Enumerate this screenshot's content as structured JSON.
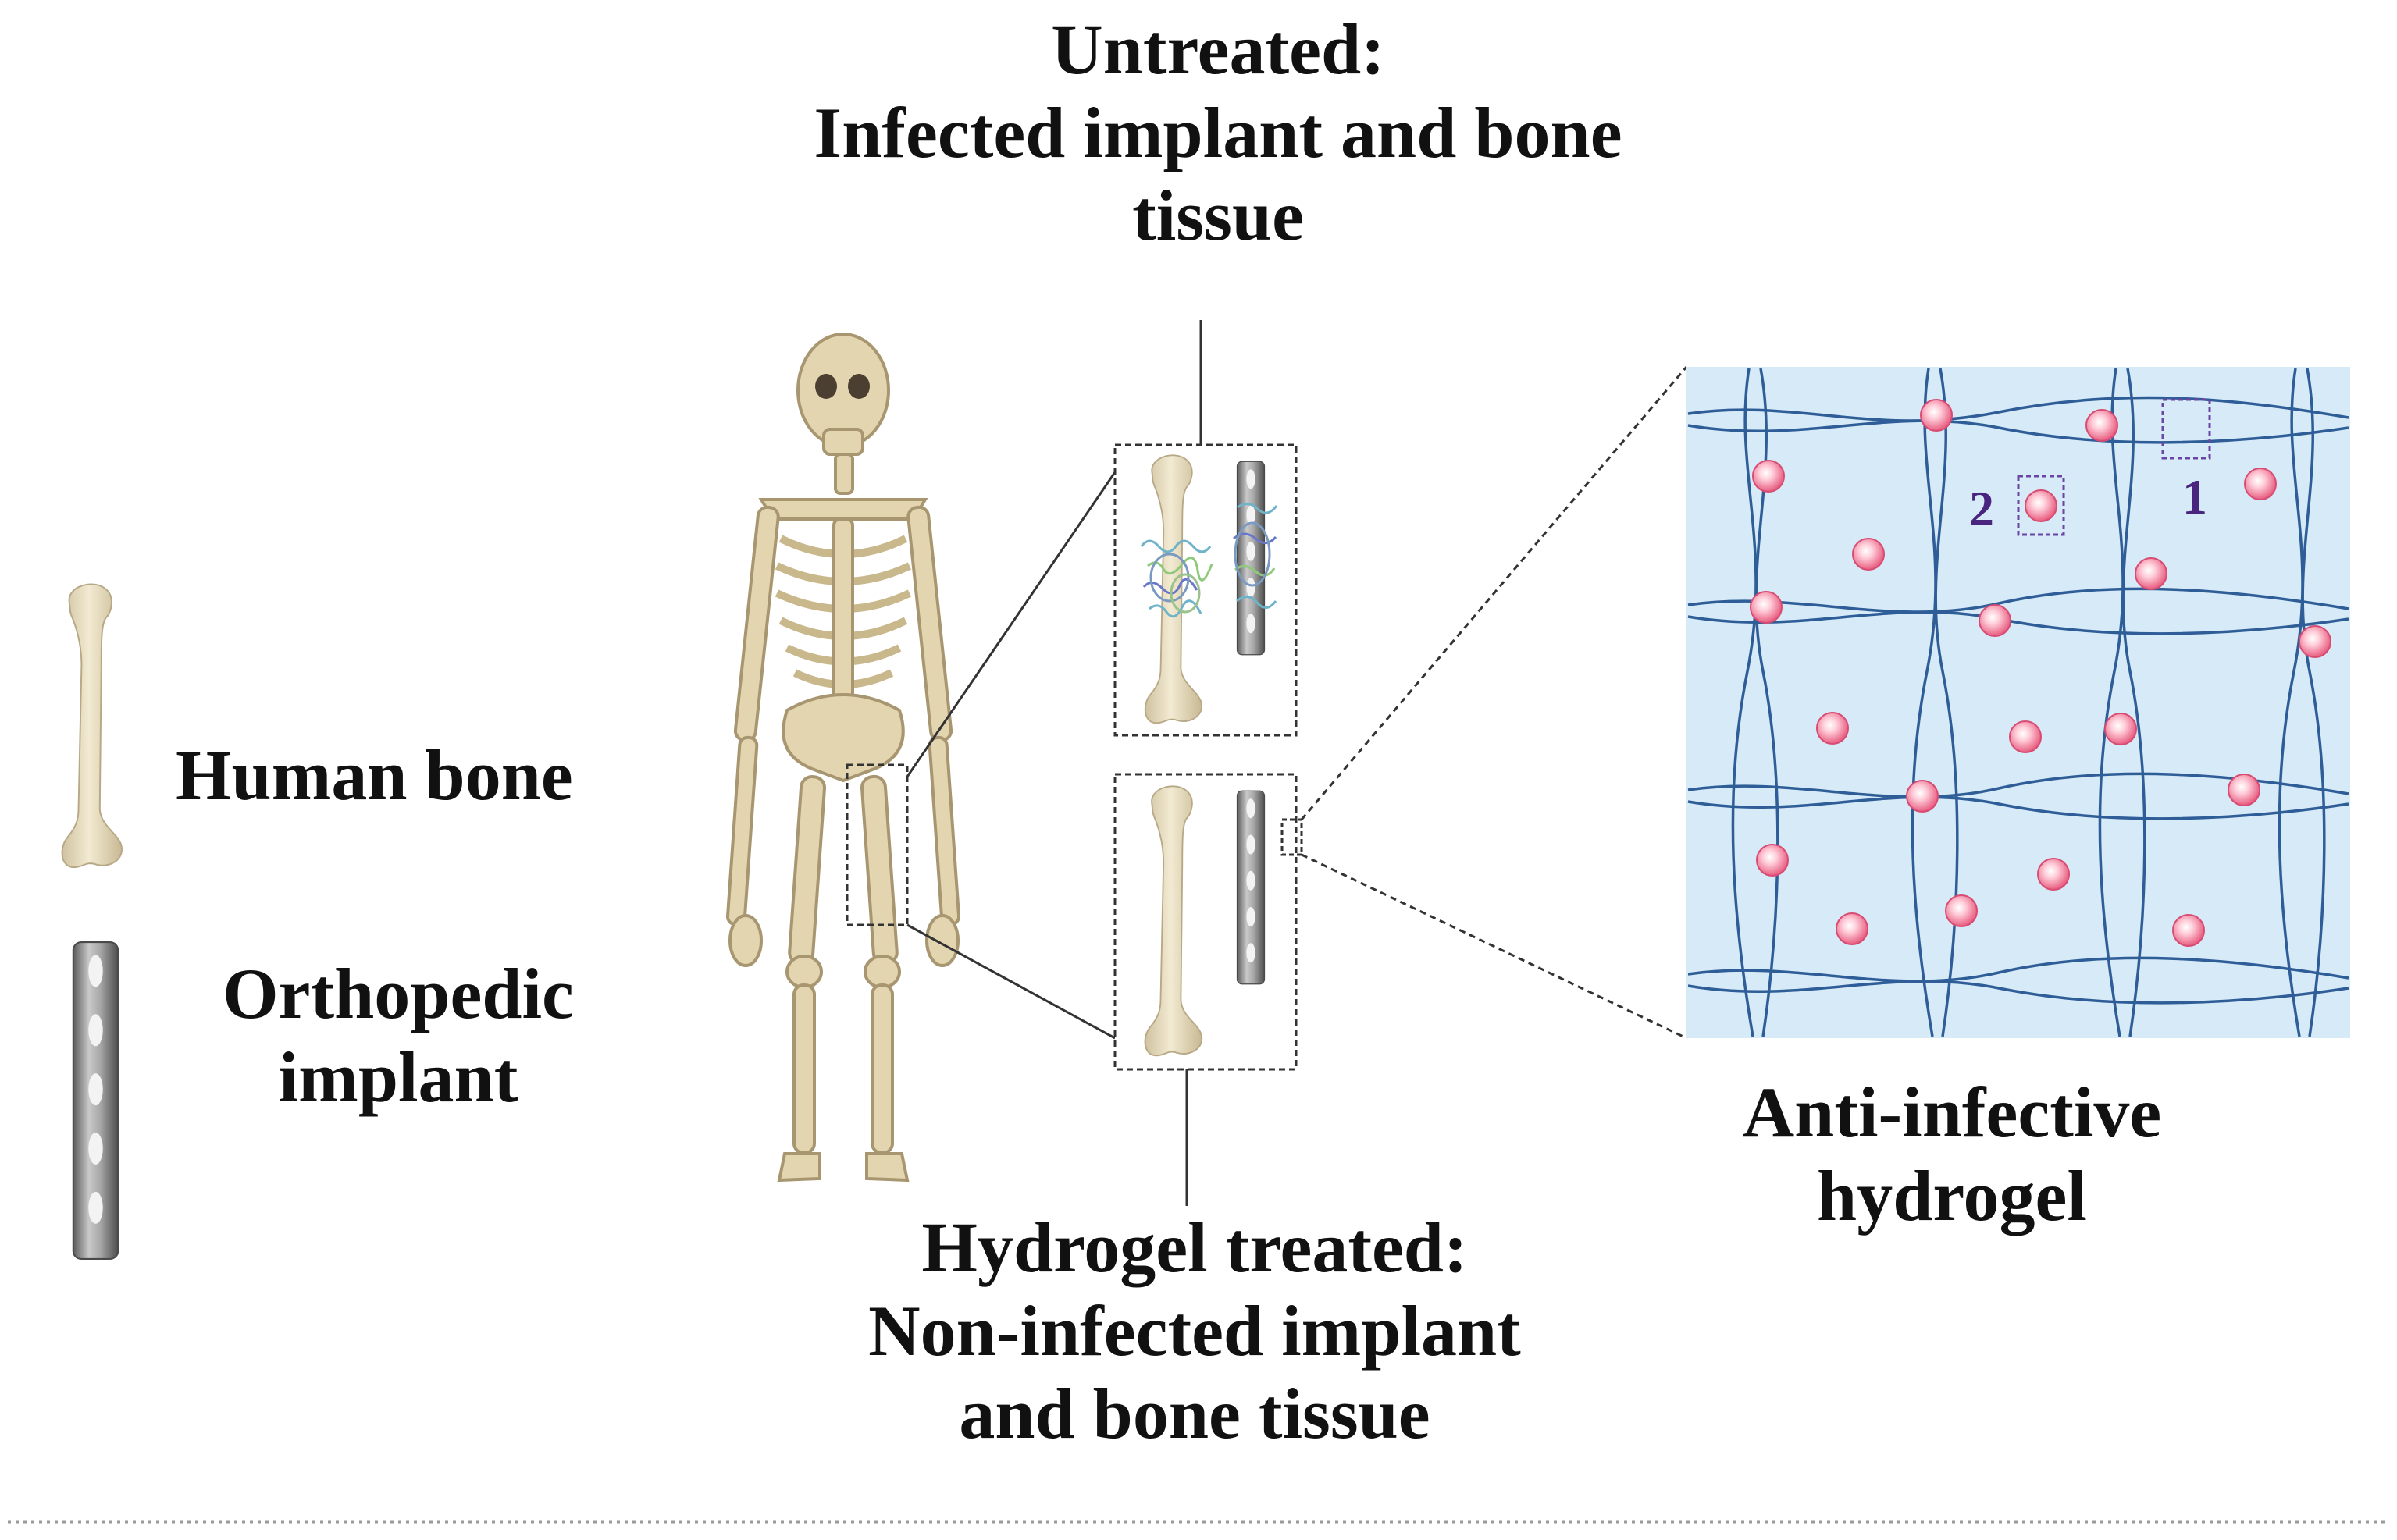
{
  "labels": {
    "untreated": [
      "Untreated:",
      "Infected implant and bone",
      "tissue"
    ],
    "treated": [
      "Hydrogel treated:",
      "Non-infected implant",
      "and bone tissue"
    ],
    "hydrogel": [
      "Anti-infective",
      "hydrogel"
    ],
    "legend_bone": "Human bone",
    "legend_implant": [
      "Orthopedic",
      "implant"
    ]
  },
  "markers": {
    "one": "1",
    "two": "2"
  },
  "colors": {
    "bone": "#e8dcbc",
    "implant": "#8e8e8e",
    "hydrogel_background": "#cfe6f5",
    "fiber": "#2e5d97",
    "particle": "#ee6f8c",
    "marker_box": "#6b45a3"
  },
  "icons": [
    "skeleton-figure",
    "femur-bone-icon",
    "orthopedic-implant-icon",
    "bacteria-cluster-icon",
    "hydrogel-network"
  ]
}
